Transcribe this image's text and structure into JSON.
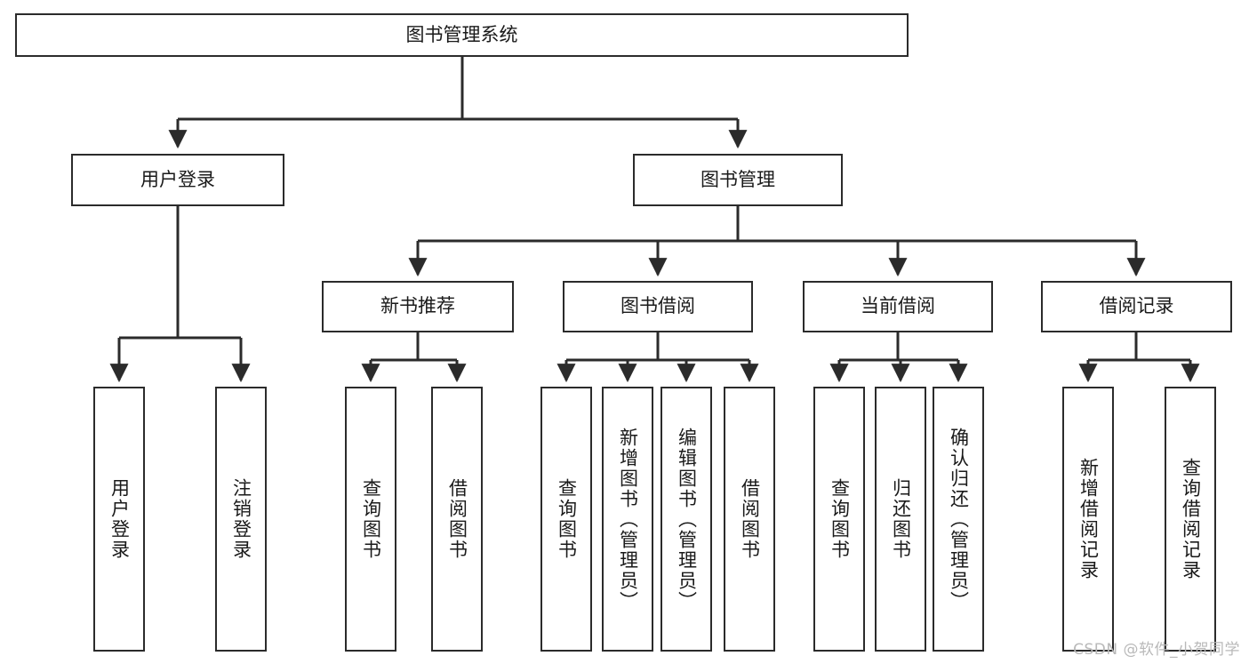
{
  "diagram": {
    "title": "图书管理系统",
    "watermark": "CSDN @软件_小贺同学",
    "colors": {
      "stroke": "#2b2b2b",
      "box_fill": "#ffffff",
      "text": "#1a1a1a",
      "background": "#ffffff",
      "watermark": "#b9b9b9"
    },
    "nodes": {
      "root": {
        "label": "图书管理系统"
      },
      "level2": [
        {
          "id": "user-login",
          "label": "用户登录"
        },
        {
          "id": "book-management",
          "label": "图书管理"
        }
      ],
      "level3": [
        {
          "id": "new-book-recommend",
          "label": "新书推荐"
        },
        {
          "id": "book-borrow",
          "label": "图书借阅"
        },
        {
          "id": "current-borrow",
          "label": "当前借阅"
        },
        {
          "id": "borrow-record",
          "label": "借阅记录"
        }
      ],
      "leaves": {
        "user-login": [
          {
            "id": "leaf-user-login",
            "label": "用户登录"
          },
          {
            "id": "leaf-logout-login",
            "label": "注销登录"
          }
        ],
        "new-book-recommend": [
          {
            "id": "leaf-query-book-1",
            "label": "查询图书"
          },
          {
            "id": "leaf-borrow-book-1",
            "label": "借阅图书"
          }
        ],
        "book-borrow": [
          {
            "id": "leaf-query-book-2",
            "label": "查询图书"
          },
          {
            "id": "leaf-add-book",
            "label": "新增图书（管理员）"
          },
          {
            "id": "leaf-edit-book",
            "label": "编辑图书（管理员）"
          },
          {
            "id": "leaf-borrow-book-2",
            "label": "借阅图书"
          }
        ],
        "current-borrow": [
          {
            "id": "leaf-query-book-3",
            "label": "查询图书"
          },
          {
            "id": "leaf-return-book",
            "label": "归还图书"
          },
          {
            "id": "leaf-confirm-return",
            "label": "确认归还（管理员）"
          }
        ],
        "borrow-record": [
          {
            "id": "leaf-add-record",
            "label": "新增借阅记录"
          },
          {
            "id": "leaf-query-record",
            "label": "查询借阅记录"
          }
        ]
      }
    }
  }
}
